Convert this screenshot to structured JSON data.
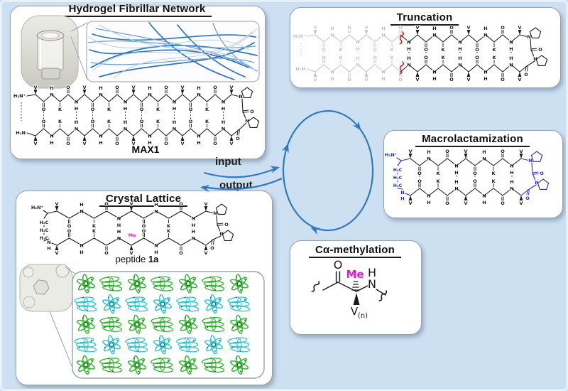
{
  "colors": {
    "background": "#cde0f2",
    "frame": "#e7f1fa",
    "panel_border": "#97a2ae",
    "black": "#1a1a1a",
    "gray": "#c3c3c3",
    "red": "#d42323",
    "blue": "#2b2bcf",
    "magenta": "#e816d8",
    "arrow_blue": "#2f7abe",
    "fiber_strong": "#2b72c2",
    "fiber_mid": "#6d9fd4",
    "fiber_light": "#b9d2ea",
    "lattice_green": "#2db42d",
    "lattice_green_dark": "#156b15",
    "lattice_cyan": "#2cc4cf",
    "lattice_cyan_dark": "#127a86"
  },
  "panels": {
    "hydrogel": {
      "title": "Hydrogel Fibrillar Network",
      "structure_label": "MAX1"
    },
    "truncation": {
      "title": "Truncation"
    },
    "macrolactamization": {
      "title": "Macrolactamization"
    },
    "camethylation": {
      "title": "Cα-methylation"
    },
    "crystal": {
      "title": "Crystal Lattice",
      "label_prefix": "peptide ",
      "label_bold": "1a"
    }
  },
  "cycle": {
    "input_label": "input",
    "output_label": "output"
  },
  "chem": {
    "v": "V",
    "k": "K",
    "o": "O",
    "n": "N",
    "h": "H",
    "h3n": "H₃N⁺",
    "h2n": "H₂N",
    "h2c": "H₂C",
    "me": "Me",
    "v_sub": "(n)"
  },
  "lattice": {
    "rows": 5,
    "cols": 7,
    "row_colors": [
      "green",
      "cyan",
      "green",
      "cyan",
      "green"
    ]
  }
}
